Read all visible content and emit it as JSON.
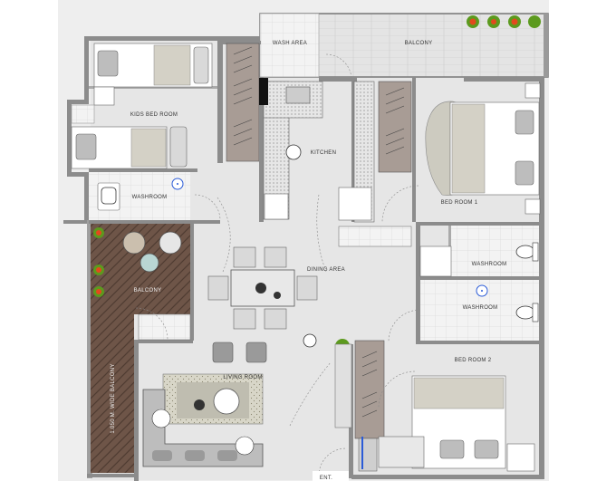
{
  "rooms": {
    "wash_area": "WASH AREA",
    "balcony_top": "BALCONY",
    "kids_bedroom": "KIDS BED ROOM",
    "kitchen": "KITCHEN",
    "bedroom_1": "BED ROOM 1",
    "washroom_left": "WASHROOM",
    "washroom_right_1": "WASHROOM",
    "washroom_right_2": "WASHROOM",
    "balcony_left": "BALCONY",
    "dining_area": "DINING AREA",
    "living_room": "LIVING ROOM",
    "bedroom_2": "BED ROOM 2",
    "wide_balcony": "1.050 M. WIDE BALCONY",
    "entry": "ENT."
  },
  "colors": {
    "wall": "#8c8c8c",
    "floor": "#e6e6e6",
    "wood_deck": "#6e5548",
    "cabinet": "#a89c95",
    "plant_flower": "#e24a1d",
    "plant_leaf": "#5c9a1e",
    "washbasin": "#2a5bd7"
  }
}
